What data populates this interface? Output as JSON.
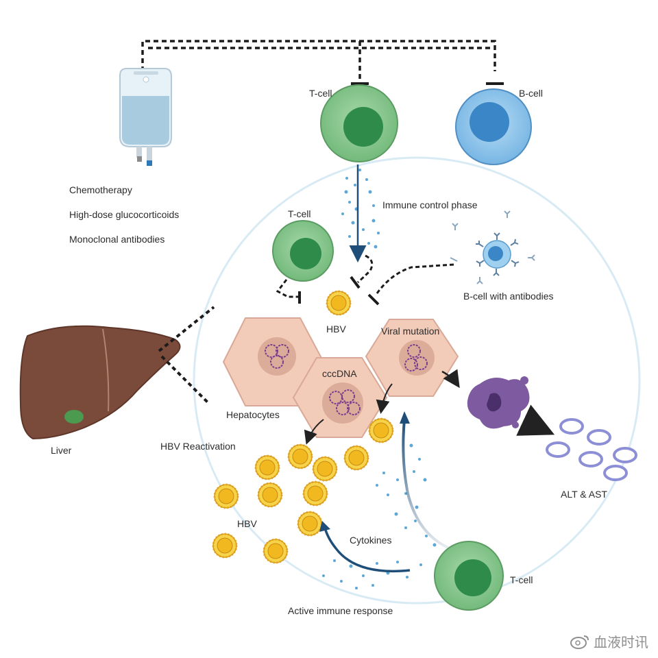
{
  "labels": {
    "t_cell_top": "T-cell",
    "b_cell_top": "B-cell",
    "t_cell_mid": "T-cell",
    "t_cell_bottom": "T-cell",
    "immune_control": "Immune control phase",
    "b_cell_antibodies": "B-cell with antibodies",
    "hbv_top": "HBV",
    "viral_mutation": "Viral mutation",
    "cccdna": "cccDNA",
    "hepatocytes": "Hepatocytes",
    "hbv_reactivation": "HBV Reactivation",
    "liver": "Liver",
    "hbv_bottom": "HBV",
    "cytokines": "Cytokines",
    "active_immune": "Active immune response",
    "alt_ast": "ALT & AST"
  },
  "treatments": [
    "Chemotherapy",
    "High-dose glucocorticoids",
    "Monoclonal antibodies"
  ],
  "watermark": "血液时讯",
  "colors": {
    "tcell_outer": "#88c28e",
    "tcell_inner": "#2f8b4a",
    "bcell_outer": "#86bfe6",
    "bcell_inner": "#3b86c6",
    "hepatocyte": "#f2cbb9",
    "hbv_yellow": "#f2c12e",
    "liver": "#7a4a3a",
    "necrotic": "#7e5aa0",
    "enzyme": "#8c8fd6",
    "arrow_blue": "#1f4e79"
  }
}
